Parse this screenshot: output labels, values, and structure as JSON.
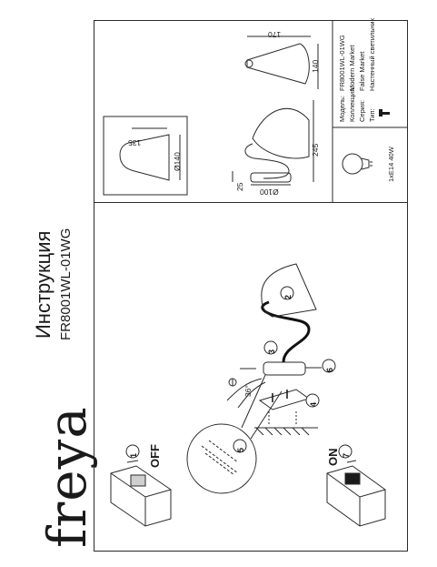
{
  "brand": "freya",
  "document": {
    "title": "Инструкция",
    "model": "FR8001WL-01WG"
  },
  "spec": {
    "model_label": "Модель:",
    "model_value": "FR8001WL-01WG",
    "collection_label": "Коллекция:",
    "collection_value": "Modern Market",
    "series_label": "Серия:",
    "series_value": "False Market",
    "type_label": "Тип:",
    "type_value": "Настенный светильник",
    "lamp": "1xE14 40W"
  },
  "dimensions": {
    "shade_diameter": "Ø140",
    "shade_height": "135",
    "top_width": "170",
    "top_height": "140",
    "total_height": "245",
    "base_height": "25",
    "base_diameter": "Ø100"
  },
  "steps": {
    "off_label": "OFF",
    "on_label": "ON",
    "n1": "1",
    "n2": "2",
    "n3": "3",
    "n4": "4",
    "n5": "5",
    "n6": "6",
    "n7": "7",
    "angle": "36°"
  },
  "colors": {
    "line": "#2a2a2a",
    "fill_gray": "#cfcfcf",
    "dark": "#111111"
  }
}
